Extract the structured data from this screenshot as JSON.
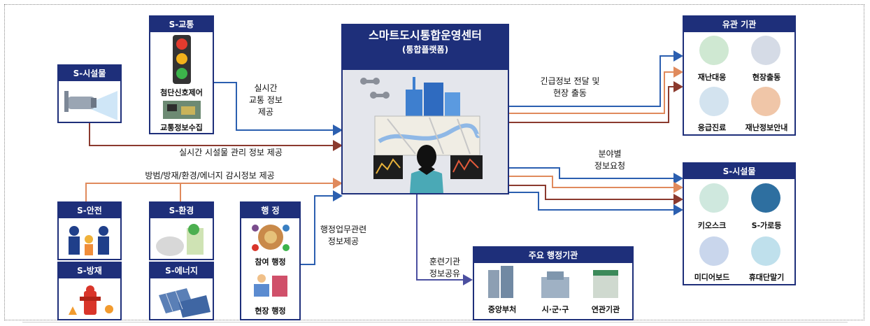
{
  "center": {
    "title": "스마트도시통합운영센터",
    "subtitle": "(통합플랫폼)"
  },
  "boxes": {
    "facility_left": {
      "title": "S-시설물"
    },
    "traffic": {
      "title": "S-교통",
      "item1": "첨단신호제어",
      "item2": "교통정보수집"
    },
    "safety": {
      "title": "S-안전"
    },
    "environment": {
      "title": "S-환경"
    },
    "disaster": {
      "title": "S-방재"
    },
    "energy": {
      "title": "S-에너지"
    },
    "admin": {
      "title": "행 정",
      "item1": "참여 행정",
      "item2": "현장 행정"
    },
    "agencies": {
      "title": "유관 기관",
      "items": [
        "재난대응",
        "현장출동",
        "응급진료",
        "재난정보안내"
      ]
    },
    "facility_right": {
      "title": "S-시설물",
      "items": [
        "키오스크",
        "S-가로등",
        "미디어보드",
        "휴대단말기"
      ]
    },
    "gov": {
      "title": "주요 행정기관",
      "items": [
        "중앙부처",
        "시·군·구",
        "연관기관"
      ]
    }
  },
  "flows": {
    "traffic_info": "실시간\n교통 정보\n제공",
    "facility_info": "실시간 시설물 관리 정보 제공",
    "monitoring_info": "방범/방재/환경/에너지 감시정보 제공",
    "admin_info": "행정업무관련\n정보제공",
    "emergency": "긴급정보 전달 및\n현장 출동",
    "field_request": "분야별\n정보요청",
    "training": "훈련기관\n정보공유"
  },
  "colors": {
    "navy": "#1e2f7a",
    "blue_arrow": "#2b5fb0",
    "brown_arrow": "#8b3a2e",
    "orange_arrow": "#e08a5c"
  }
}
